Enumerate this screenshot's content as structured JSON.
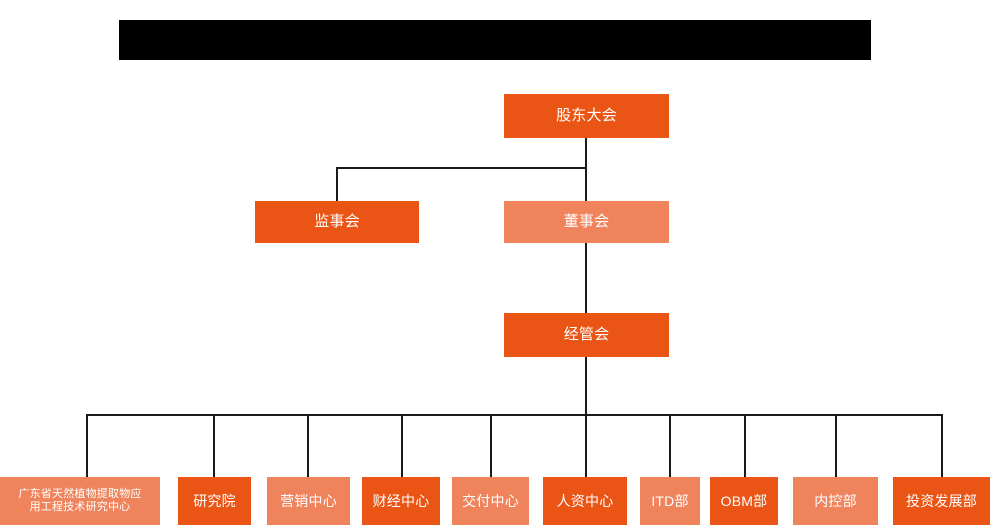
{
  "page": {
    "background_color": "#FFFFFF",
    "title_bar": {
      "label": "",
      "color": "#000000",
      "redacted": true
    }
  },
  "theme": {
    "accent_dark": "#EA5414",
    "accent_light": "#EF835C",
    "connector_color": "#1A1A1A",
    "text_color": "#FFFFFF"
  },
  "chart_data": {
    "type": "diagram",
    "diagram_type": "organization-chart",
    "title": "",
    "orientation": "top-down",
    "levels": [
      {
        "level": 1,
        "nodes": [
          {
            "id": "shareholders",
            "label": "股东大会",
            "color": "#EA5414",
            "tone": "dark"
          }
        ]
      },
      {
        "level": 2,
        "nodes": [
          {
            "id": "supervisors",
            "label": "监事会",
            "color": "#EA5414",
            "tone": "dark",
            "parent": "shareholders"
          },
          {
            "id": "directors",
            "label": "董事会",
            "color": "#EF835C",
            "tone": "light",
            "parent": "shareholders"
          }
        ]
      },
      {
        "level": 3,
        "nodes": [
          {
            "id": "management",
            "label": "经管会",
            "color": "#EA5414",
            "tone": "dark",
            "parent": "directors"
          }
        ]
      },
      {
        "level": 4,
        "parent": "management",
        "nodes": [
          {
            "id": "rd-center",
            "label": "广东省天然植物提取物应\n用工程技术研究中心",
            "color": "#EF835C",
            "tone": "light"
          },
          {
            "id": "research-institute",
            "label": "研究院",
            "color": "#EA5414",
            "tone": "dark"
          },
          {
            "id": "marketing-center",
            "label": "营销中心",
            "color": "#EF835C",
            "tone": "light"
          },
          {
            "id": "finance-center",
            "label": "财经中心",
            "color": "#EA5414",
            "tone": "dark"
          },
          {
            "id": "delivery-center",
            "label": "交付中心",
            "color": "#EF835C",
            "tone": "light"
          },
          {
            "id": "hr-center",
            "label": "人资中心",
            "color": "#EA5414",
            "tone": "dark"
          },
          {
            "id": "itd-dept",
            "label": "ITD部",
            "color": "#EF835C",
            "tone": "light"
          },
          {
            "id": "obm-dept",
            "label": "OBM部",
            "color": "#EA5414",
            "tone": "dark"
          },
          {
            "id": "internal-control-dept",
            "label": "内控部",
            "color": "#EF835C",
            "tone": "light"
          },
          {
            "id": "investment-dev-dept",
            "label": "投资发展部",
            "color": "#EA5414",
            "tone": "dark"
          }
        ]
      }
    ]
  }
}
